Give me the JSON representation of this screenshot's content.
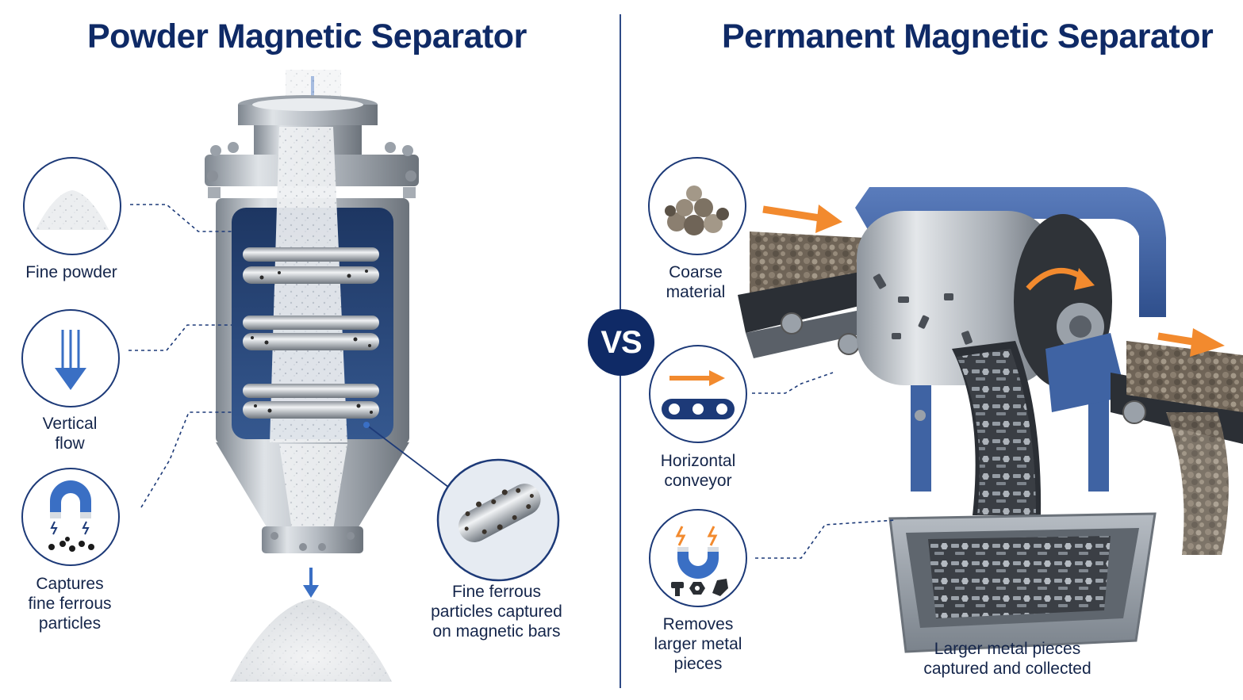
{
  "titles": {
    "left": "Powder Magnetic Separator",
    "right": "Permanent Magnetic Separator"
  },
  "vs_badge": "VS",
  "left_panel": {
    "callouts": [
      {
        "label": "Fine powder",
        "icon": "powder-pile-icon"
      },
      {
        "label": "Vertical\nflow",
        "icon": "down-arrow-flow-icon"
      },
      {
        "label": "Captures\nfine ferrous\nparticles",
        "icon": "magnet-particles-icon"
      }
    ],
    "detail_caption": "Fine ferrous\nparticles captured\non magnetic bars"
  },
  "right_panel": {
    "callouts": [
      {
        "label": "Coarse\nmaterial",
        "icon": "rock-pile-icon"
      },
      {
        "label": "Horizontal\nconveyor",
        "icon": "conveyor-icon"
      },
      {
        "label": "Removes\nlarger metal\npieces",
        "icon": "magnet-bolts-icon"
      }
    ],
    "bin_caption": "Larger metal pieces\ncaptured and collected"
  },
  "colors": {
    "navy": "#0f2a66",
    "accent_blue": "#3a6fc4",
    "orange_arrow": "#f28a2e",
    "steel": "#a9b0b8",
    "machine_blue": "#3f63a3"
  }
}
